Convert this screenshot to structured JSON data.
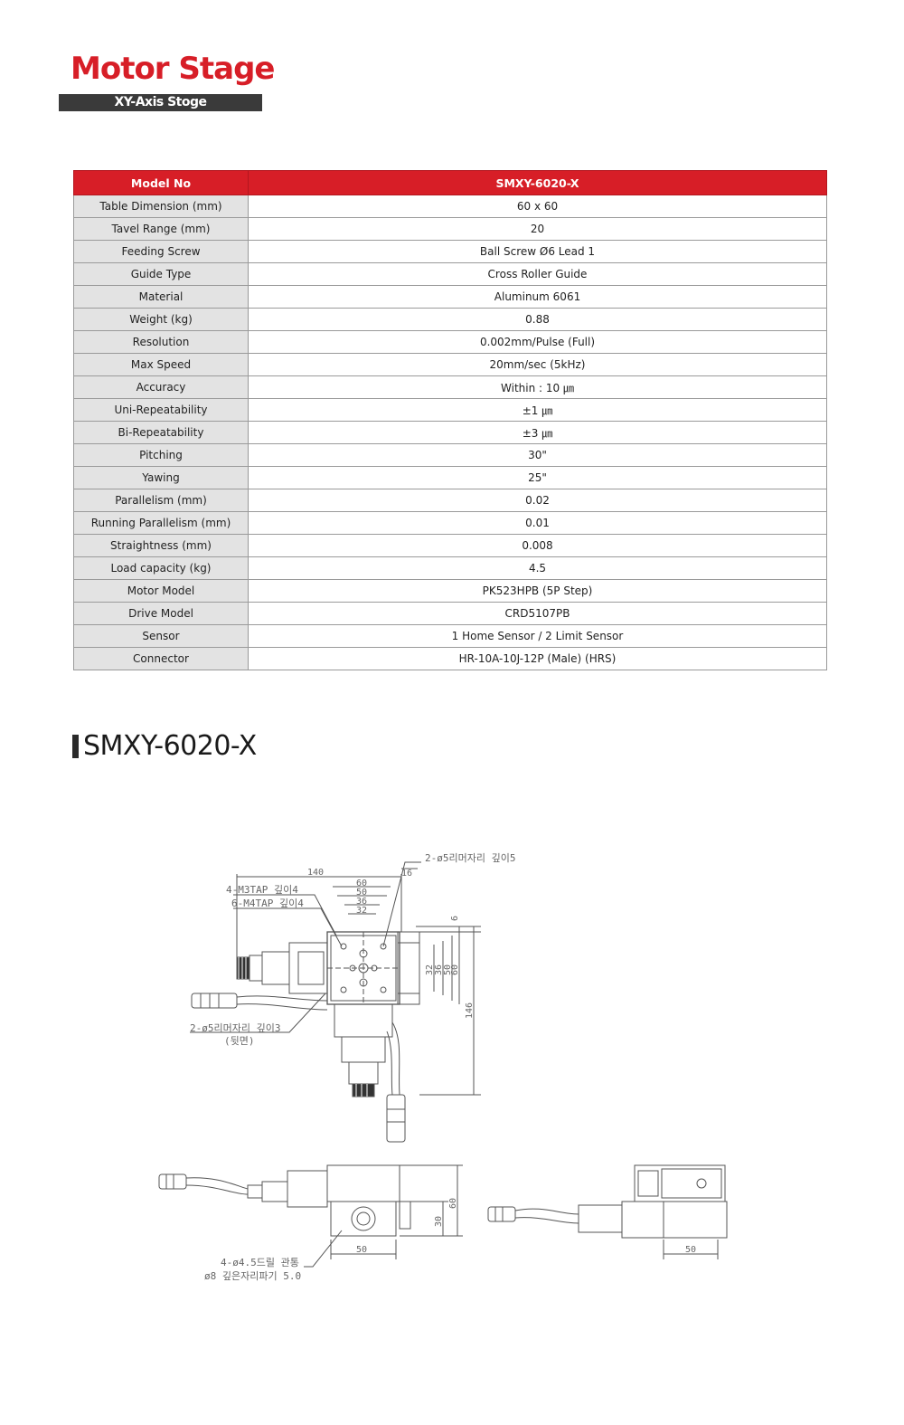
{
  "header": {
    "title": "Motor Stage",
    "subtitle": "XY-Axis Stoge"
  },
  "spec_table": {
    "header": {
      "label": "Model No",
      "value": "SMXY-6020-X"
    },
    "rows": [
      {
        "label": "Table Dimension (mm)",
        "value": "60 x 60"
      },
      {
        "label": "Tavel Range (mm)",
        "value": "20"
      },
      {
        "label": "Feeding Screw",
        "value": "Ball Screw Ø6 Lead 1"
      },
      {
        "label": "Guide Type",
        "value": "Cross Roller Guide"
      },
      {
        "label": "Material",
        "value": "Aluminum 6061"
      },
      {
        "label": "Weight (kg)",
        "value": "0.88"
      },
      {
        "label": "Resolution",
        "value": "0.002mm/Pulse (Full)"
      },
      {
        "label": "Max Speed",
        "value": "20mm/sec (5kHz)"
      },
      {
        "label": "Accuracy",
        "value": "Within : 10 ㎛"
      },
      {
        "label": "Uni-Repeatability",
        "value": "±1 ㎛"
      },
      {
        "label": "Bi-Repeatability",
        "value": "±3 ㎛"
      },
      {
        "label": "Pitching",
        "value": "30\""
      },
      {
        "label": "Yawing",
        "value": "25\""
      },
      {
        "label": "Parallelism (mm)",
        "value": "0.02"
      },
      {
        "label": "Running Parallelism (mm)",
        "value": "0.01"
      },
      {
        "label": "Straightness (mm)",
        "value": "0.008"
      },
      {
        "label": "Load capacity (kg)",
        "value": "4.5"
      },
      {
        "label": "Motor Model",
        "value": "PK523HPB (5P Step)"
      },
      {
        "label": "Drive Model",
        "value": "CRD5107PB"
      },
      {
        "label": "Sensor",
        "value": "1 Home Sensor / 2 Limit Sensor"
      },
      {
        "label": "Connector",
        "value": "HR-10A-10J-12P (Male) (HRS)"
      }
    ]
  },
  "model_section": {
    "title": "SMXY-6020-X"
  },
  "drawing": {
    "dims": {
      "d140": "140",
      "d60": "60",
      "d50": "50",
      "d36": "36",
      "d32": "32",
      "d16": "16",
      "d6": "6",
      "v32": "32",
      "v36": "36",
      "v50": "50",
      "v60": "60",
      "v146": "146",
      "h30": "30",
      "h60": "60",
      "b50": "50",
      "r50": "50"
    },
    "notes": {
      "m3tap": "4-M3TAP  깊이4",
      "m4tap": "6-M4TAP  깊이4",
      "ream_top": "2-ø5리머자리 깊이5",
      "ream_bottom": "2-ø5리머자리 깊이3",
      "ream_bottom_sub": "(뒷면)",
      "drill": "4-ø4.5드릴 관통",
      "counterbore": "ø8  깊은자리파기 5.0"
    }
  }
}
